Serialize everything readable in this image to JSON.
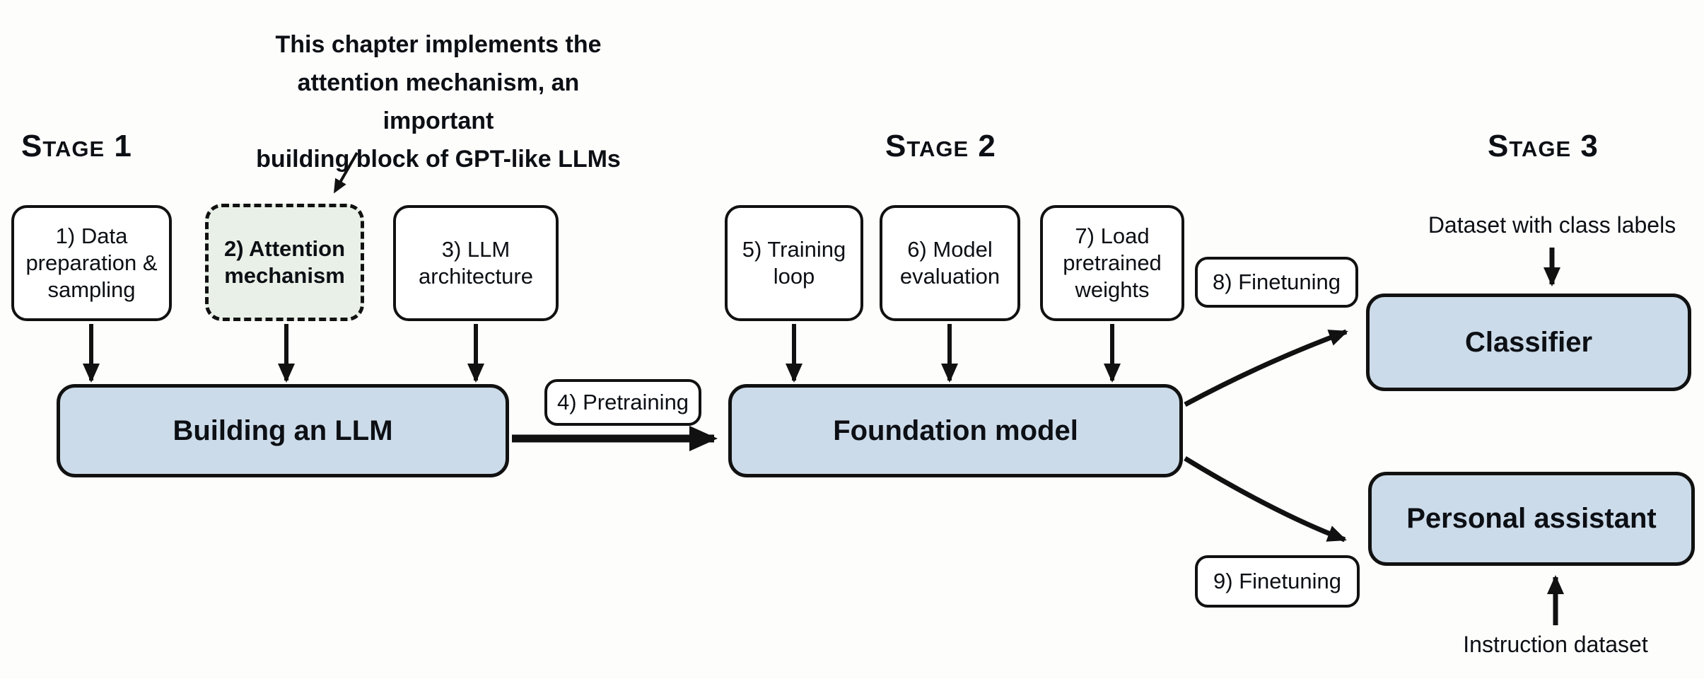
{
  "annotation_lines": [
    "This chapter implements the",
    "attention mechanism, an important",
    "building block of GPT-like LLMs"
  ],
  "stage_labels": {
    "s1": "Stage 1",
    "s2": "Stage 2",
    "s3": "Stage 3"
  },
  "stage1": {
    "box_data_prep": "1) Data preparation & sampling",
    "box_attention": "2) Attention mechanism",
    "box_llm_arch": "3) LLM architecture",
    "box_building_llm": "Building an LLM",
    "label_pretraining": "4) Pretraining"
  },
  "stage2": {
    "box_training_loop": "5) Training loop",
    "box_model_eval": "6) Model evaluation",
    "box_load_weights": "7) Load pretrained weights",
    "box_foundation": "Foundation model"
  },
  "stage3": {
    "label_finetune_classifier": "8) Finetuning",
    "label_finetune_assistant": "9) Finetuning",
    "box_classifier": "Classifier",
    "box_personal_assistant": "Personal assistant",
    "label_dataset_class": "Dataset with class labels",
    "label_instruction_dataset": "Instruction dataset"
  },
  "colors": {
    "box_blue": "#ccdbe9",
    "box_green": "#e9f0e7",
    "line": "#111111",
    "text": "#0c0f14",
    "background": "#fdfdfc"
  }
}
